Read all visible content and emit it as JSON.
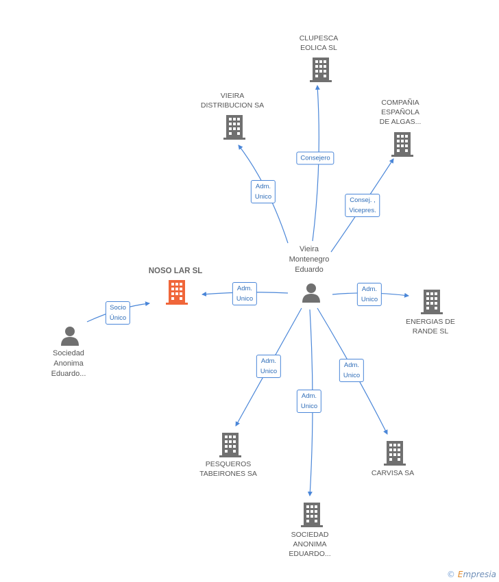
{
  "colors": {
    "edge": "#4a86d8",
    "building": "#707070",
    "main_building": "#f0663a",
    "person": "#707070"
  },
  "nodes": {
    "clupesca": {
      "label": [
        "CLUPESCA",
        "EOLICA SL"
      ],
      "icon": "building-icon"
    },
    "vieira_dist": {
      "label": [
        "VIEIRA",
        "DISTRIBUCION SA"
      ],
      "icon": "building-icon"
    },
    "compania": {
      "label": [
        "COMPAÑIA",
        "ESPAÑOLA",
        "DE ALGAS..."
      ],
      "icon": "building-icon"
    },
    "vieira_person": {
      "label": [
        "Vieira",
        "Montenegro",
        "Eduardo"
      ],
      "icon": "person-icon"
    },
    "noso_lar": {
      "label": [
        "NOSO LAR SL"
      ],
      "icon": "building-icon"
    },
    "energias": {
      "label": [
        "ENERGIAS DE",
        "RANDE SL"
      ],
      "icon": "building-icon"
    },
    "sociedad_person": {
      "label": [
        "Sociedad",
        "Anonima",
        "Eduardo..."
      ],
      "icon": "person-icon"
    },
    "pesqueros": {
      "label": [
        "PESQUEROS",
        "TABEIRONES SA"
      ],
      "icon": "building-icon"
    },
    "carvisa": {
      "label": [
        "CARVISA SA"
      ],
      "icon": "building-icon"
    },
    "sociedad_sa": {
      "label": [
        "SOCIEDAD",
        "ANONIMA",
        "EDUARDO..."
      ],
      "icon": "building-icon"
    }
  },
  "edges": [
    {
      "id": "e_clupesca",
      "label": [
        "Consejero"
      ]
    },
    {
      "id": "e_vieira_dist",
      "label": [
        "Adm.",
        "Unico"
      ]
    },
    {
      "id": "e_compania",
      "label": [
        "Consej. ,",
        "Vicepres."
      ]
    },
    {
      "id": "e_noso",
      "label": [
        "Adm.",
        "Unico"
      ]
    },
    {
      "id": "e_energias",
      "label": [
        "Adm.",
        "Unico"
      ]
    },
    {
      "id": "e_pesqueros",
      "label": [
        "Adm.",
        "Unico"
      ]
    },
    {
      "id": "e_sociedad_sa",
      "label": [
        "Adm.",
        "Unico"
      ]
    },
    {
      "id": "e_carvisa",
      "label": [
        "Adm.",
        "Unico"
      ]
    },
    {
      "id": "e_socio",
      "label": [
        "Socio",
        "Único"
      ]
    }
  ],
  "brand": {
    "copyright": "©",
    "first": "E",
    "rest": "mpresia"
  }
}
